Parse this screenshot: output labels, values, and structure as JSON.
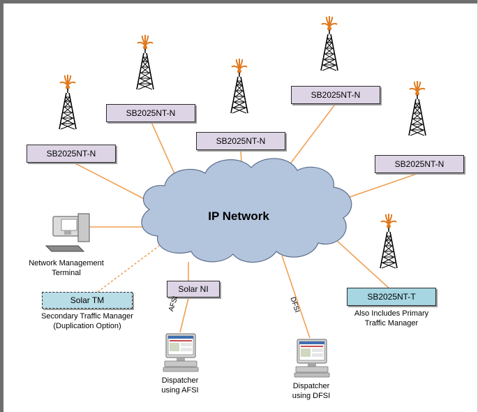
{
  "network": {
    "cloud_label": "IP Network"
  },
  "sites": [
    {
      "label": "SB2025NT-N"
    },
    {
      "label": "SB2025NT-N"
    },
    {
      "label": "SB2025NT-N"
    },
    {
      "label": "SB2025NT-N"
    },
    {
      "label": "SB2025NT-N"
    }
  ],
  "primary_site": {
    "label": "SB2025NT-T",
    "caption_line1": "Also Includes Primary",
    "caption_line2": "Traffic Manager"
  },
  "nms": {
    "caption_line1": "Network Management",
    "caption_line2": "Terminal"
  },
  "solar_tm": {
    "label": "Solar TM",
    "caption_line1": "Secondary Traffic Manager",
    "caption_line2": "(Duplication Option)"
  },
  "solar_ni": {
    "label": "Solar NI"
  },
  "links": {
    "afsi": "AFSI",
    "dfsi": "DFSI"
  },
  "dispatcher_afsi": {
    "caption_line1": "Dispatcher",
    "caption_line2": "using AFSI"
  },
  "dispatcher_dfsi": {
    "caption_line1": "Dispatcher",
    "caption_line2": "using DFSI"
  },
  "colors": {
    "link": "#f0a055",
    "site_box": "#ddd5e6",
    "primary_box": "#a5d6e2",
    "cloud": "#b3c4dd"
  }
}
